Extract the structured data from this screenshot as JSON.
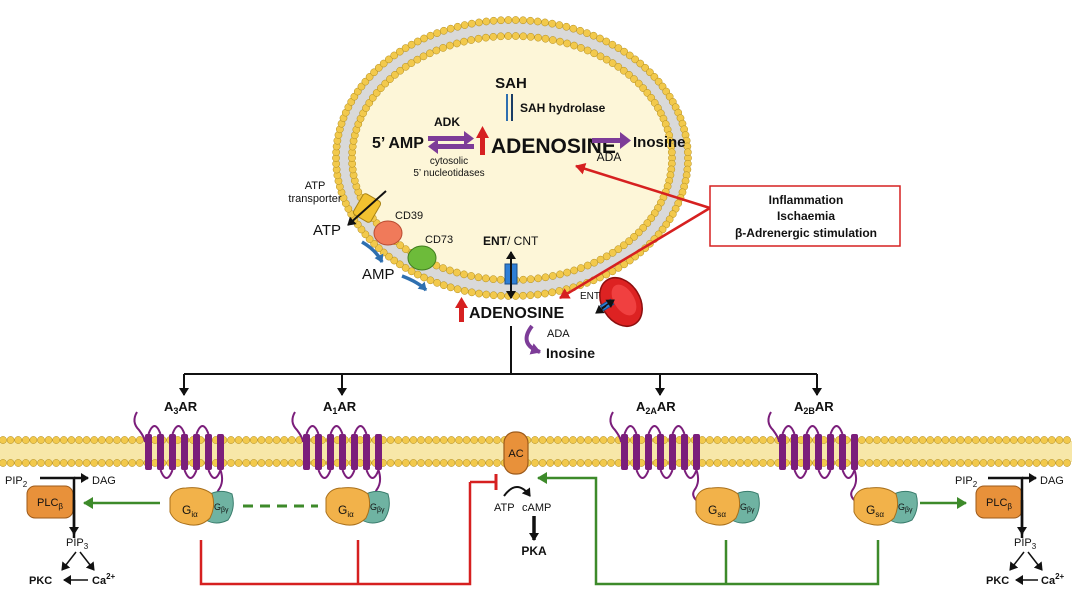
{
  "colors": {
    "membrane_head": "#f2c94c",
    "membrane_head_stroke": "#b08a1a",
    "cell_fill": "#fdf6d8",
    "receptor": "#7b1e7b",
    "g_protein_alpha": "#f2b24a",
    "g_protein_beta": "#6fb3a2",
    "ac_fill": "#e8913a",
    "inhibit": "#d62020",
    "stimulate": "#3d8a2a",
    "arrow_purple": "#7d3c98",
    "ent_blue": "#2e7fd6",
    "cd39": "#f07a5a",
    "cd73": "#6dbb3a",
    "rbc": "#dd2222",
    "curved_blue": "#2e6fb0"
  },
  "cell": {
    "sah": "SAH",
    "sah_hydrolase": "SAH hydrolase",
    "adk": "ADK",
    "amp5": "5’ AMP",
    "adenosine": "ADENOSINE",
    "inosine": "Inosine",
    "ada": "ADA",
    "cytosolic_1": "cytosolic",
    "cytosolic_2": "5’ nucleotidases"
  },
  "extracellular": {
    "atp_transporter_1": "ATP",
    "atp_transporter_2": "transporter",
    "atp": "ATP",
    "amp": "AMP",
    "cd39": "CD39",
    "cd73": "CD73",
    "ent_cnt_bold": "ENT",
    "ent_cnt_rest": "/ CNT",
    "ent_rbc": "ENT",
    "adenosine": "ADENOSINE",
    "ada": "ADA",
    "inosine": "Inosine"
  },
  "stimuli_box": {
    "line1": "Inflammation",
    "line2": "Ischaemia",
    "line3": "β-Adrenergic stimulation"
  },
  "receptors": [
    {
      "base": "A",
      "sub": "3",
      "suffix": "AR"
    },
    {
      "base": "A",
      "sub": "1",
      "suffix": "AR"
    },
    {
      "base": "A",
      "sub": "2A",
      "suffix": "AR"
    },
    {
      "base": "A",
      "sub": "2B",
      "suffix": "AR"
    }
  ],
  "gproteins": {
    "gi_alpha_base": "G",
    "gi_alpha_sub": "iα",
    "gs_alpha_base": "G",
    "gs_alpha_sub": "sα",
    "beta_base": "G",
    "beta_sub": "βγ"
  },
  "signaling": {
    "ac": "AC",
    "atp": "ATP",
    "camp": "cAMP",
    "pka": "PKA",
    "pip2_base": "PIP",
    "pip2_sub": "2",
    "pip3_base": "PIP",
    "pip3_sub": "3",
    "dag": "DAG",
    "plc_base": "PLC",
    "plc_sub": "β",
    "pkc": "PKC",
    "ca_base": "Ca",
    "ca_sup": "2+"
  }
}
